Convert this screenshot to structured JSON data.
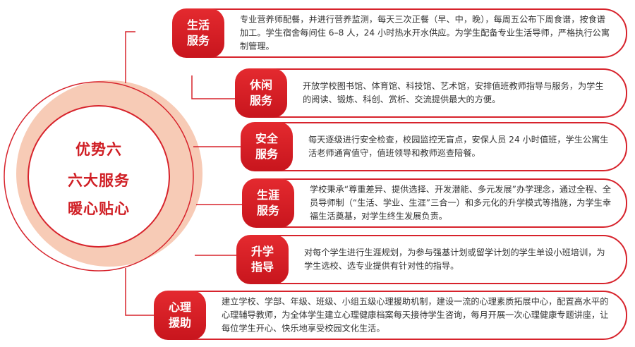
{
  "center": {
    "line1": "优势六",
    "line2": "六大服务",
    "line3": "暖心贴心"
  },
  "colors": {
    "accent": "#d7232c",
    "ring_light": "#f7cbb6",
    "ring_inner": "#fbe3d8",
    "text": "#333333"
  },
  "services": [
    {
      "title_l1": "生活",
      "title_l2": "服务",
      "desc": "专业营养师配餐，并进行营养监测，每天三次正餐（早、中，晚），每周五公布下周食谱，按食谱加工。学生宿舍每间住 6–8 人，24 小时热水开水供应。为学生配备专业生活导师，严格执行公寓制管理。"
    },
    {
      "title_l1": "休闲",
      "title_l2": "服务",
      "desc": "开放学校图书馆、体育馆、科技馆、艺术馆，安排值班教师指导与服务，为学生的阅读、锻炼、科创、赏析、交流提供最大的方便。"
    },
    {
      "title_l1": "安全",
      "title_l2": "服务",
      "desc": "每天逐级进行安全检查，校园监控无盲点，安保人员 24 小时值班，学生公寓生活老师通宵值守，值班领导和教师巡查陪餐。"
    },
    {
      "title_l1": "生涯",
      "title_l2": "服务",
      "desc": "学校秉承“尊重差异、提供选择、开发潜能、多元发展”办学理念，通过全程、全员导师制（“生活、学业、生涯”三合一）和多元化的升学模式等措施，为学生幸福生活奠基，对学生终生发展负责。"
    },
    {
      "title_l1": "升学",
      "title_l2": "指导",
      "desc": "对每个学生进行生涯规划，为参与强基计划或留学计划的学生单设小班培训，为学生选校、选专业提供有针对性的指导。"
    },
    {
      "title_l1": "心理",
      "title_l2": "援助",
      "desc": "建立学校、学部、年级、班级、小组五级心理援助机制，建设一流的心理素质拓展中心，配置高水平的心理辅导教师，为全体学生建立心理健康档案每天接待学生咨询，每月开展一次心理健康专题讲座，让每位学生开心、快乐地享受校园文化生活。"
    }
  ]
}
